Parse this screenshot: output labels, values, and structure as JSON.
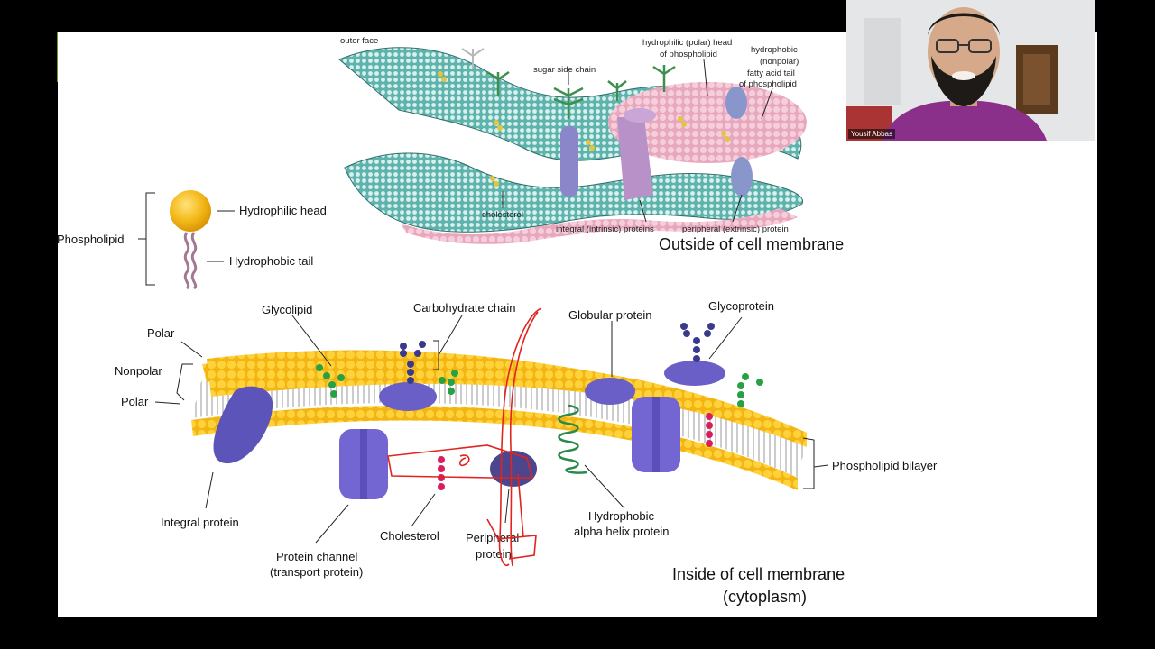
{
  "top_diagram": {
    "outer_face": "outer face",
    "sugar_side_chain": "sugar side chain",
    "hydrophilic_head_1": "hydrophilic (polar) head",
    "hydrophilic_head_2": "of phospholipid",
    "hydrophobic_tail_1": "hydrophobic",
    "hydrophobic_tail_2": "(nonpolar)",
    "hydrophobic_tail_3": "fatty acid tail",
    "hydrophobic_tail_4": "of phospholipid",
    "cholesterol": "cholesterol",
    "integral_proteins": "integral (intrinsic) proteins",
    "peripheral_protein": "peripheral (extrinsic) protein"
  },
  "outside_label": "Outside of cell membrane",
  "phospholipid": {
    "label": "Phospholipid",
    "head": "Hydrophilic head",
    "tail": "Hydrophobic tail"
  },
  "bottom_diagram": {
    "polar_top": "Polar",
    "nonpolar": "Nonpolar",
    "polar_bottom": "Polar",
    "glycolipid": "Glycolipid",
    "carbohydrate_chain": "Carbohydrate chain",
    "globular_protein": "Globular protein",
    "glycoprotein": "Glycoprotein",
    "phospholipid_bilayer": "Phospholipid bilayer",
    "integral_protein": "Integral protein",
    "protein_channel_1": "Protein channel",
    "protein_channel_2": "(transport protein)",
    "cholesterol": "Cholesterol",
    "peripheral_1": "Peripheral",
    "peripheral_2": "protein",
    "alpha_1": "Hydrophobic",
    "alpha_2": "alpha helix protein"
  },
  "inside_label_1": "Inside of cell membrane",
  "inside_label_2": "(cytoplasm)",
  "webcam": {
    "participant_name": "Yousif Abbas"
  },
  "colors": {
    "slide_bg": "#ffffff",
    "frame_bg": "#000000",
    "accent_green": "#6b9b1f",
    "head_yellow": "#f4b91a",
    "protein_purple": "#6a5fc7",
    "annotation_red": "#e0241f"
  }
}
